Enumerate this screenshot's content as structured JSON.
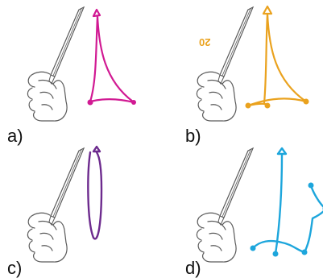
{
  "panels": [
    {
      "id": "a",
      "label": "a)",
      "color": "#d11a93"
    },
    {
      "id": "b",
      "label": "b)",
      "color": "#eaa21e",
      "annotation": "20"
    },
    {
      "id": "c",
      "label": "c)",
      "color": "#6d2b8e"
    },
    {
      "id": "d",
      "label": "d)",
      "color": "#1da6dc"
    }
  ],
  "colors": {
    "sketch": "#5a5a5a"
  }
}
